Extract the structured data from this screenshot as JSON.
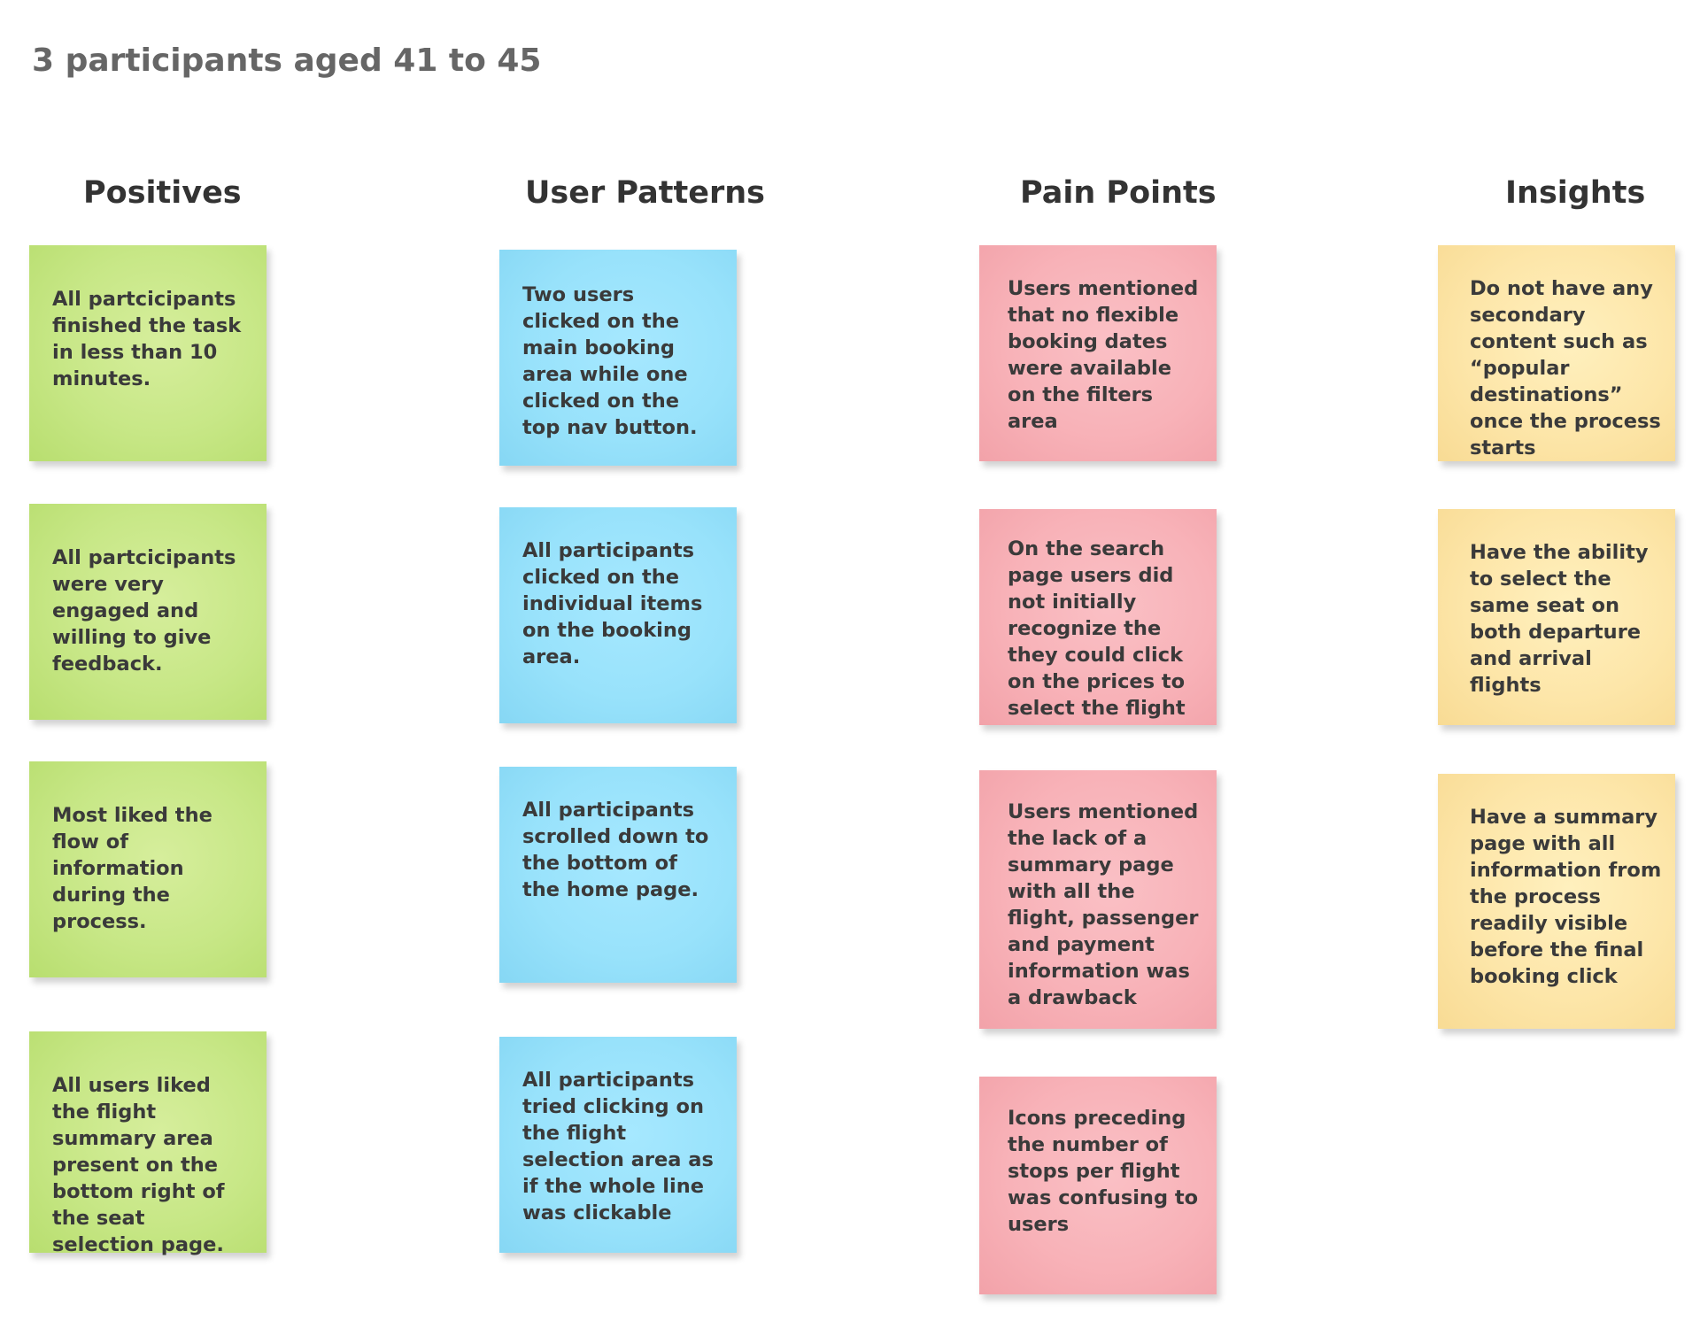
{
  "title": "3 participants aged 41 to 45",
  "columns": [
    {
      "header": "Positives",
      "color": "#c7e786",
      "notes": [
        "All partcicipants finished the task in less than 10 minutes.",
        "All partcicipants were very engaged and willing to give feedback.",
        "Most liked the flow of information during the process.",
        "All users liked the flight summary area present on the bottom right of the seat selection page."
      ]
    },
    {
      "header": "User Patterns",
      "color": "#98e2fb",
      "notes": [
        "Two users clicked on the main booking area while one clicked on the top nav button.",
        "All participants clicked on the individual items on the booking area.",
        "All participants scrolled down to the bottom of the home page.",
        "All participants tried clicking on the flight selection area as if the whole line was clickable"
      ]
    },
    {
      "header": "Pain Points",
      "color": "#f8b2b8",
      "notes": [
        "Users mentioned that no flexible booking dates were available on the filters area",
        "On the search page users did not initially recognize the they could click on the prices to select the flight",
        "Users mentioned the lack of a summary page with all the flight, passenger and payment information was a drawback",
        "Icons preceding the number of stops per flight was confusing to users"
      ]
    },
    {
      "header": "Insights",
      "color": "#fde6a9",
      "notes": [
        "Do not have any secondary content such as “popular destinations” once the process starts",
        "Have the ability to select the same seat on both departure and arrival flights",
        "Have a summary page with all information from the process readily visible before the final booking click"
      ]
    }
  ]
}
